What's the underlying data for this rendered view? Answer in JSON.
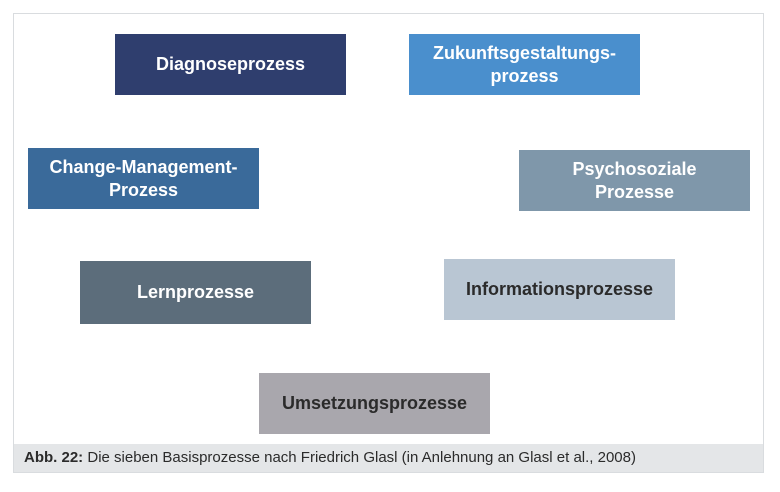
{
  "diagram": {
    "boxes": {
      "diagnose": {
        "lines": [
          "Diagnoseprozess"
        ]
      },
      "zukunft": {
        "lines": [
          "Zukunftsgestaltungs-",
          "prozess"
        ]
      },
      "change": {
        "lines": [
          "Change-Management-",
          "Prozess"
        ]
      },
      "psycho": {
        "lines": [
          "Psychosoziale",
          "Prozesse"
        ]
      },
      "lern": {
        "lines": [
          "Lernprozesse"
        ]
      },
      "info": {
        "lines": [
          "Informationsprozesse"
        ]
      },
      "umsetzung": {
        "lines": [
          "Umsetzungsprozesse"
        ]
      }
    },
    "colors": {
      "diagnose": "#2f3e6e",
      "zukunft": "#4a8fcd",
      "change": "#3a6a9a",
      "psycho": "#7f97aa",
      "lern": "#5c6d7b",
      "info": "#b9c6d3",
      "umsetzung": "#a9a7ad"
    }
  },
  "caption": {
    "label": "Abb. 22:",
    "text": " Die sieben Basisprozesse nach Friedrich Glasl (in Anlehnung an Glasl et al., 2008)"
  }
}
